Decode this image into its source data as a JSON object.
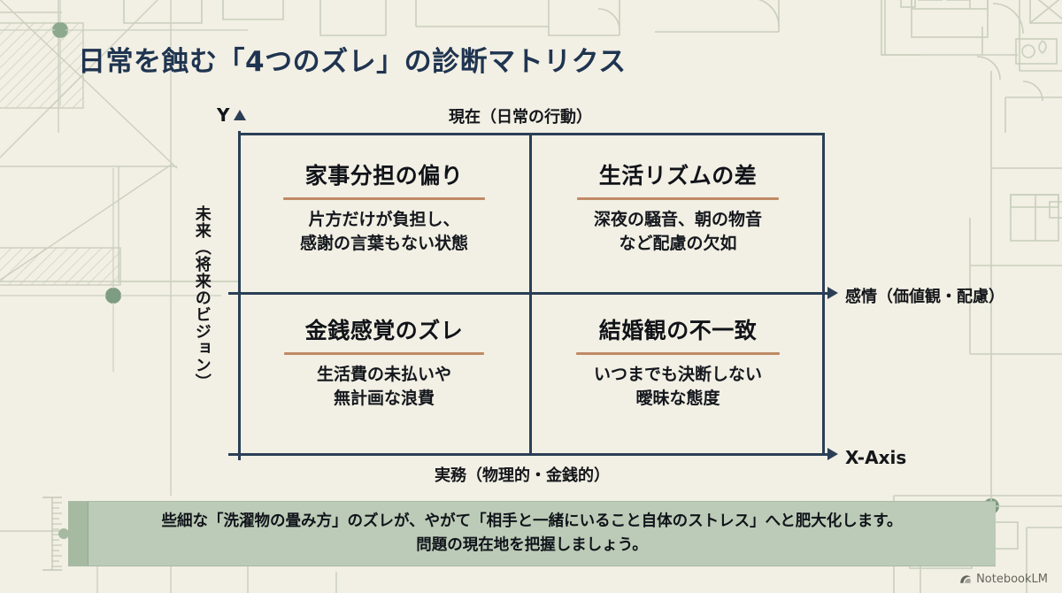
{
  "title": "日常を蝕む「4つのズレ」の診断マトリクス",
  "axes": {
    "y_letter": "Y",
    "y_vertical_label": "未来（将来のビジョン）",
    "top_label": "現在（日常の行動）",
    "bottom_label": "実務（物理的・金銭的）",
    "right_label": "感情（価値観・配慮）",
    "x_axis_label": "X-Axis"
  },
  "quadrants": [
    {
      "position": "top-left",
      "title": "家事分担の偏り",
      "desc_line1": "片方だけが負担し、",
      "desc_line2": "感謝の言葉もない状態"
    },
    {
      "position": "top-right",
      "title": "生活リズムの差",
      "desc_line1": "深夜の騒音、朝の物音",
      "desc_line2": "など配慮の欠如"
    },
    {
      "position": "bottom-left",
      "title": "金銭感覚のズレ",
      "desc_line1": "生活費の未払いや",
      "desc_line2": "無計画な浪費"
    },
    {
      "position": "bottom-right",
      "title": "結婚観の不一致",
      "desc_line1": "いつまでも決断しない",
      "desc_line2": "曖昧な態度"
    }
  ],
  "footer": {
    "line1": "些細な「洗濯物の畳み方」のズレが、やがて「相手と一緒にいること自体のストレス」へと肥大化します。",
    "line2": "問題の現在地を把握しましょう。"
  },
  "watermark": {
    "label": "NotebookLM",
    "icon": "notebooklm-icon"
  },
  "colors": {
    "page_background": "#f2efe4",
    "axis": "#2a3f56",
    "title": "#1f3450",
    "quadrant_rule": "#c08a66",
    "banner": "#bccbb7",
    "banner_accent": "#a6b9a1",
    "blueprint_line": "#c3c9b6",
    "node_dot": "#7d9c81"
  }
}
